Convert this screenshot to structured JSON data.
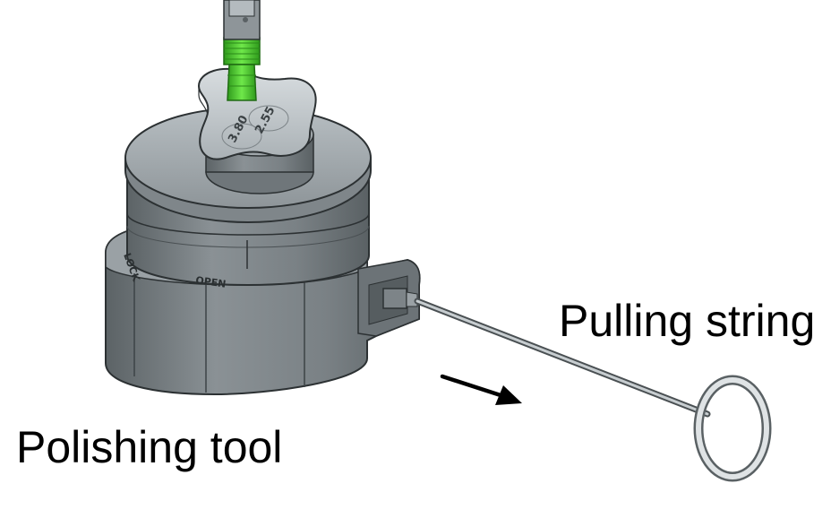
{
  "labels": {
    "pulling_string": "Pulling string",
    "polishing_tool": "Polishing tool"
  },
  "engravings": {
    "open": "OPEN",
    "lock": "LOCK",
    "puck_text_1": "3.80",
    "puck_text_2": "2.55"
  },
  "arrow": {
    "direction": "pull-right-down"
  },
  "colors": {
    "tool_body": "#7d8488",
    "tool_light": "#a8afb3",
    "tool_dark": "#4f5659",
    "connector_green": "#5bd43a",
    "text": "#000000",
    "background": "#ffffff"
  }
}
